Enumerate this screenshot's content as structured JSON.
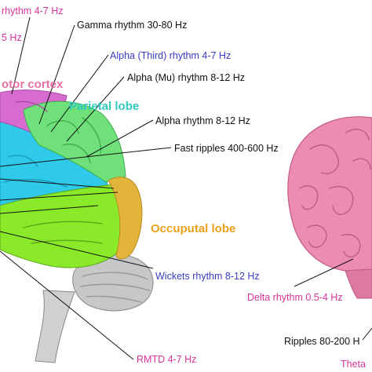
{
  "colors": {
    "magenta": "#d9339c",
    "blue": "#3a3ac8",
    "cyan": "#2ec9c0",
    "orange": "#e8a21c",
    "pink": "#e5719f",
    "black": "#111111",
    "frontal": "#2fc9ea",
    "motor": "#d86bd0",
    "parietal": "#6fe07a",
    "temporal": "#8aea2a",
    "occipital": "#e3b43b",
    "cerebellum": "#c7c7c7",
    "right_brain": "#ec8cb0"
  },
  "labels": {
    "theta_top": "rhythm 4-7 Hz",
    "beta_partial": "5 Hz",
    "gamma": "Gamma rhythm 30-80 Hz",
    "alpha_third": "Alpha (Third) rhythm 4-7 Hz",
    "motor_cortex": "otor cortex",
    "alpha_mu": "Alpha (Mu) rhythm 8-12 Hz",
    "parietal": "Parietal lobe",
    "alpha": "Alpha rhythm 8-12 Hz",
    "fast_ripples": "Fast ripples 400-600 Hz",
    "occipital": "Occuputal lobe",
    "wickets": "Wickets rhythm  8-12 Hz",
    "delta": "Delta rhythm 0.5-4 Hz",
    "rmtd": "RMTD 4-7 Hz",
    "ripples": "Ripples 80-200 H",
    "theta_partial": "Theta"
  }
}
